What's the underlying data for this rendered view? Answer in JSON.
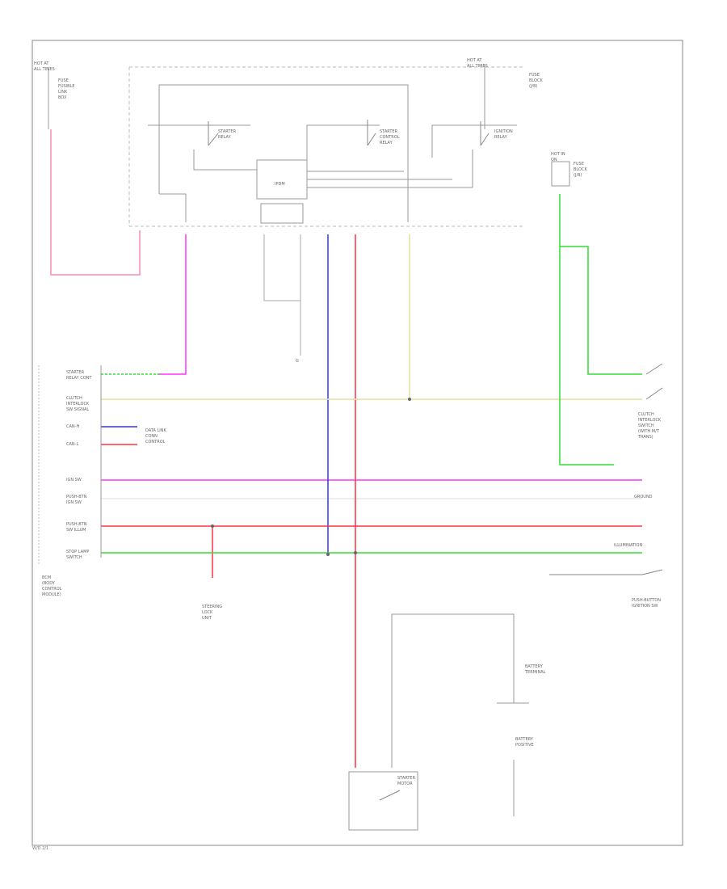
{
  "diagram": {
    "colors": {
      "border": "#888888",
      "frame": "#999999",
      "dash": "#bbbbbb",
      "pink": "#ff8aa8",
      "magenta": "#ff33ff",
      "blue": "#3333ff",
      "red": "#ff3344",
      "yellow": "#e2e2a0",
      "green": "#33dd33",
      "grey": "#cfcfcf",
      "text": "#666666"
    },
    "labels": {
      "hot_left": "HOT AT\nALL TIMES",
      "fuse_left": "FUSE\nFUSIBLE\nLINK\nBOX",
      "hot_mid": "HOT AT\nALL TIMES",
      "fuse_mid": "FUSE\nBLOCK\n(J/B)",
      "hot_right": "HOT IN\nON",
      "fuse_right": "FUSE\nBLOCK\n(J/B)",
      "relay_1": "STARTER\nRELAY",
      "relay_2": "STARTER\nCONTROL\nRELAY",
      "relay_3": "IGNITION\nRELAY",
      "ipdm": "IPDM",
      "bcm_left": "BCM\n(BODY\nCONTROL\nMODULE)",
      "pin_1": "STARTER\nRELAY CONT",
      "pin_2": "CLUTCH\nINTERLOCK\nSW SIGNAL",
      "pin_3": "CAN-H",
      "pin_4": "CAN-L",
      "data_link": "DATA LINK\nCONN\nCONTROL",
      "pin_5": "IGN SW",
      "pin_6": "PUSH-BTN\nIGN SW",
      "pin_7": "PUSH-BTN\nSW ILLUM",
      "pin_8": "STOP LAMP\nSWITCH",
      "clutch_sw": "CLUTCH\nINTERLOCK\nSWITCH\n(WITH M/T\nTRANS)",
      "ground_sw": "GROUND",
      "illum": "ILLUMINATION",
      "push_sw": "PUSH-BUTTON\nIGNITION SW",
      "steering": "STEERING\nLOCK\nUNIT",
      "battery": "BATTERY\nTERMINAL",
      "starter": "STARTER\nMOTOR",
      "battery_left": "BATTERY\nPOSITIVE",
      "ground_bottom": "G",
      "footer": "W/D 2/1"
    }
  }
}
